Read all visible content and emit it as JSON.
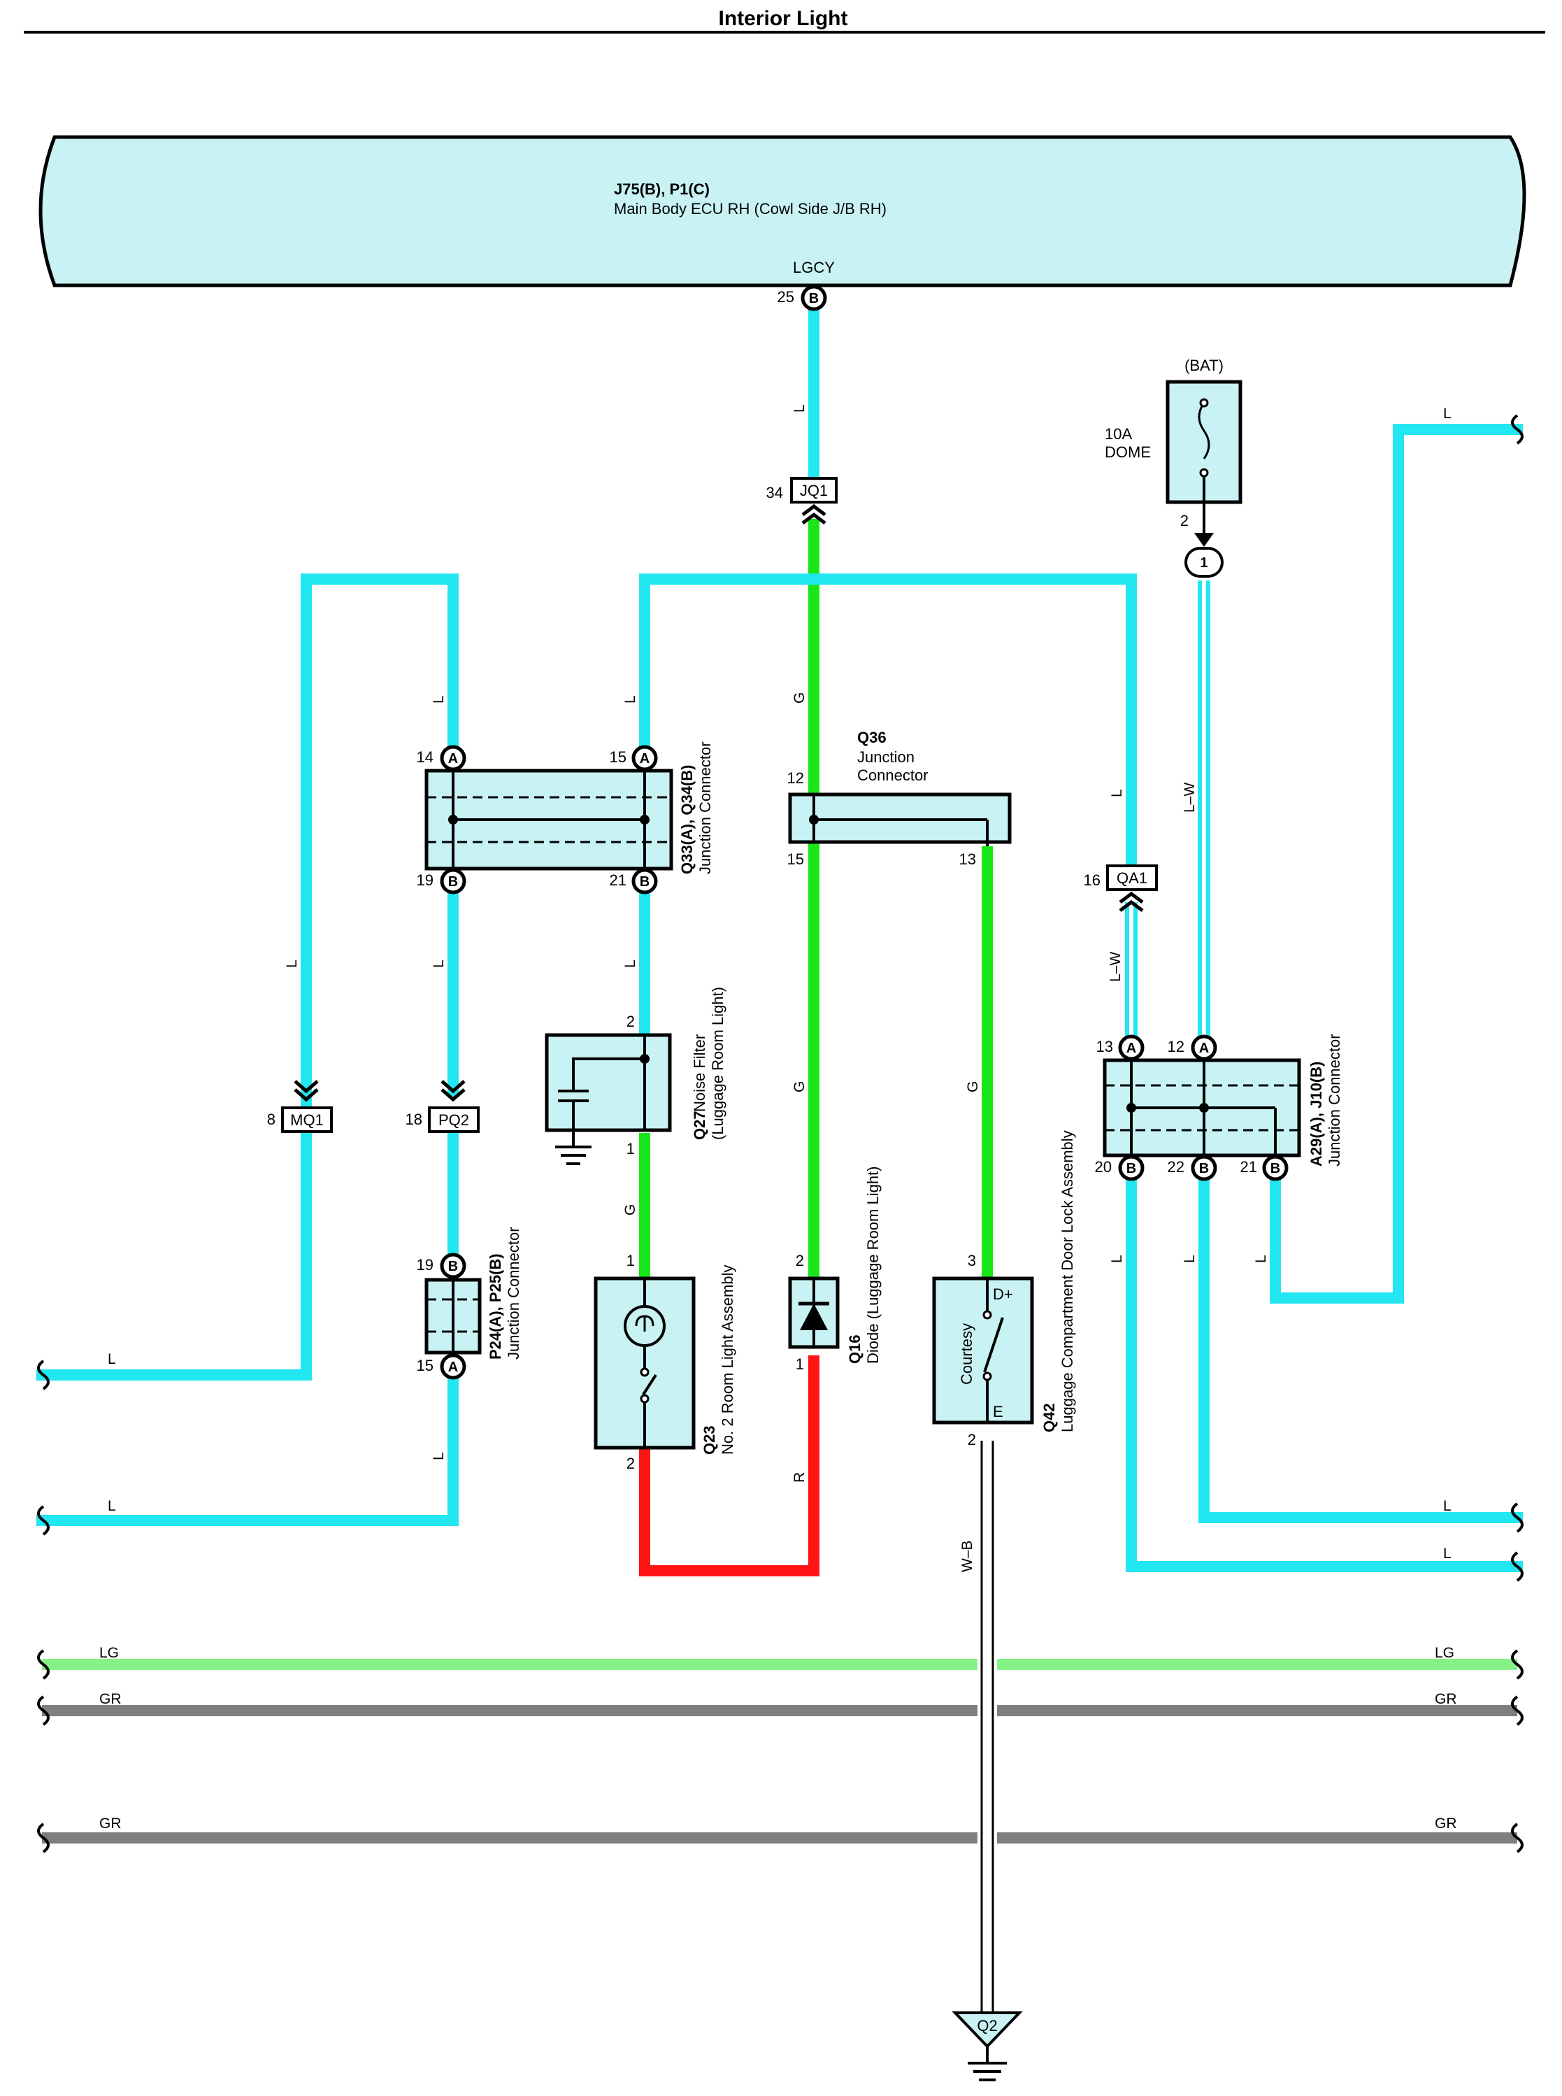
{
  "title": "Interior Light",
  "ecu": {
    "id": "J75(B), P1(C)",
    "name": "Main Body ECU RH (Cowl Side J/B RH)",
    "terminal": "LGCY",
    "pin": "25",
    "pin_conn": "B"
  },
  "fuse": {
    "source": "(BAT)",
    "rating": "10A",
    "name": "DOME",
    "pin": "2",
    "splice_pin": "1"
  },
  "connectors": {
    "jq1": {
      "id": "JQ1",
      "pin": "34"
    },
    "mq1": {
      "id": "MQ1",
      "pin": "8"
    },
    "pq2": {
      "id": "PQ2",
      "pin": "18"
    },
    "qa1": {
      "id": "QA1",
      "pin": "16"
    }
  },
  "q33": {
    "id": "Q33(A), Q34(B)",
    "name": "Junction Connector",
    "pins": [
      "14",
      "15",
      "19",
      "21"
    ],
    "letters": [
      "A",
      "A",
      "B",
      "B"
    ]
  },
  "q36": {
    "id": "Q36",
    "name_line1": "Junction",
    "name_line2": "Connector",
    "pins": [
      "12",
      "15",
      "13"
    ]
  },
  "q27": {
    "id": "Q27",
    "name_line1": "Noise Filter",
    "name_line2": "(Luggage Room Light)",
    "pins": [
      "2",
      "1"
    ]
  },
  "q23": {
    "id": "Q23",
    "name": "No. 2 Room Light Assembly",
    "pins": [
      "1",
      "2"
    ]
  },
  "q16": {
    "id": "Q16",
    "name": "Diode (Luggage Room Light)",
    "pins": [
      "2",
      "1"
    ]
  },
  "q42": {
    "id": "Q42",
    "name": "Luggage Compartment Door Lock Assembly",
    "switch": "Courtesy",
    "term_top": "D+",
    "term_bot": "E",
    "pins": [
      "3",
      "2"
    ]
  },
  "p24": {
    "id": "P24(A), P25(B)",
    "name": "Junction Connector",
    "pins": [
      "19",
      "15"
    ],
    "letters": [
      "B",
      "A"
    ]
  },
  "a29": {
    "id": "A29(A), J10(B)",
    "name": "Junction Connector",
    "pins": [
      "13",
      "12",
      "20",
      "22",
      "21"
    ],
    "letters": [
      "A",
      "A",
      "B",
      "B",
      "B"
    ]
  },
  "ground": {
    "id": "Q2"
  },
  "wire_colors": {
    "L": "L",
    "G": "G",
    "R": "R",
    "LW": "L–W",
    "WB": "W–B",
    "LG": "LG",
    "GR": "GR"
  },
  "colors": {
    "L": "#22e6f0",
    "G": "#19e619",
    "R": "#ff1414",
    "LG": "#86f286",
    "GR": "#7f7f7f",
    "box": "#c9f2f4"
  }
}
